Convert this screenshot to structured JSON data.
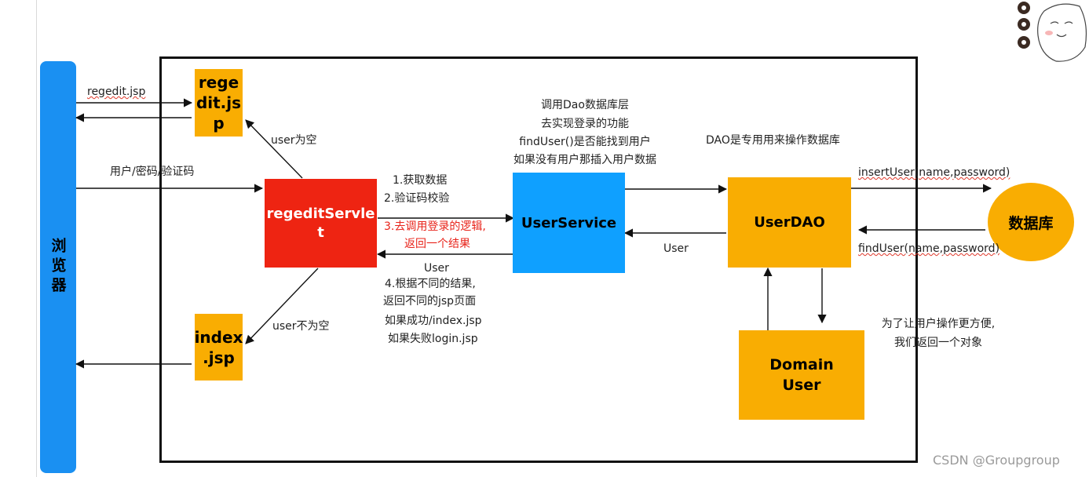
{
  "browser": {
    "label": "浏览器"
  },
  "boxes": {
    "regedit_jsp": "rege\ndit.js\np",
    "index_jsp": "index\n.jsp",
    "servlet": "regeditServle\nt",
    "user_service": "UserService",
    "user_dao": "UserDAO",
    "domain_user": "Domain\nUser",
    "database": "数据库"
  },
  "labels": {
    "regedit_req": "regedit.jsp",
    "user_pwd_code": "用户/密码/验证码",
    "user_empty": "user为空",
    "user_not_empty": "user不为空",
    "step1": "1.获取数据",
    "step2": "2.验证码校验",
    "step3a": "3.去调用登录的逻辑,",
    "step3b": "返回一个结果",
    "ret_user": "User",
    "step4": "4.根据不同的结果,",
    "step4b": "返回不同的jsp页面",
    "step4c": "如果成功/index.jsp",
    "step4d": "如果失败login.jsp",
    "service_desc1": "调用Dao数据库层",
    "service_desc2": "去实现登录的功能",
    "service_desc3": "findUser()是否能找到用户",
    "service_desc4": "如果没有用户那插入用户数据",
    "dao_desc": "DAO是专用用来操作数据库",
    "dao_user": "User",
    "insert_user": "insertUser(name,password)",
    "find_user": "findUser(name,password)",
    "domain_desc1": "为了让用户操作更方便,",
    "domain_desc2": "我们返回一个对象"
  },
  "colors": {
    "orange": "#f9ad02",
    "red": "#ee2412",
    "blue": "#0fa0ff",
    "browser": "#1a90f2"
  },
  "watermark": "CSDN @Groupgroup"
}
